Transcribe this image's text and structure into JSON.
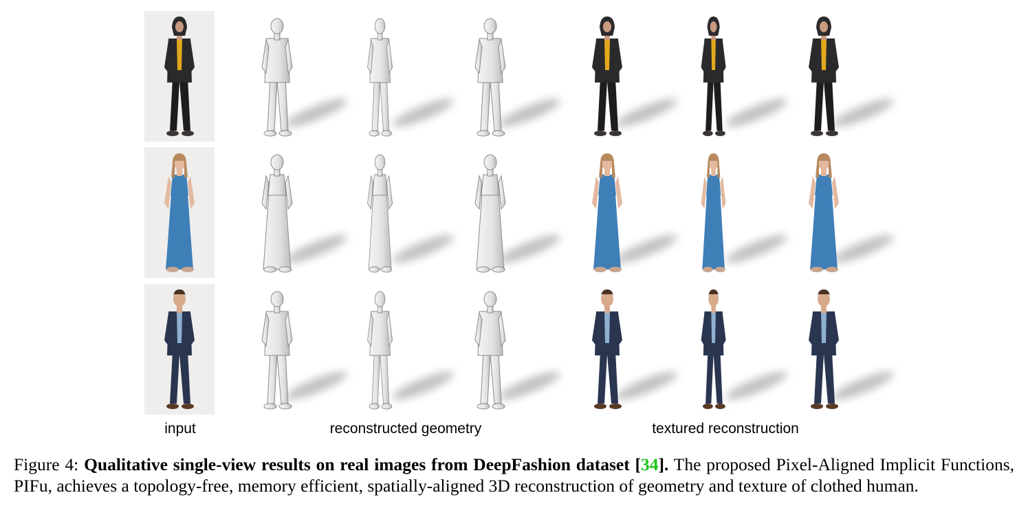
{
  "column_labels": {
    "input": "input",
    "geometry": "reconstructed geometry",
    "texture": "textured reconstruction"
  },
  "rows": [
    {
      "name": "hoodie-woman",
      "outfit": {
        "top": "#2a2a2c",
        "inner": "#e2a91c",
        "legs": "#1d1d20",
        "shoes": "#3b3633",
        "hair": "#2a1f1a",
        "skin": "#c99a80"
      }
    },
    {
      "name": "dress-woman",
      "outfit": {
        "top": "#3f7fb8",
        "inner": "#6aa3d3",
        "legs": "#3f7fb8",
        "shoes": "#c7a58f",
        "hair": "#b7895f",
        "skin": "#e3b9a0"
      }
    },
    {
      "name": "suit-man",
      "outfit": {
        "top": "#2a3550",
        "inner": "#8fb0d0",
        "legs": "#2a3550",
        "shoes": "#5a3a25",
        "hair": "#4a3224",
        "skin": "#d8aa8c"
      }
    }
  ],
  "caption": {
    "figure_label": "Figure 4:",
    "bold_text": "Qualitative single-view results on real images from DeepFashion dataset [",
    "citation": "34",
    "bold_close": "].",
    "body": " The proposed Pixel-Aligned Implicit Functions, PIFu, achieves a topology-free, memory efficient, spatially-aligned 3D reconstruction of geometry and texture of clothed human."
  }
}
